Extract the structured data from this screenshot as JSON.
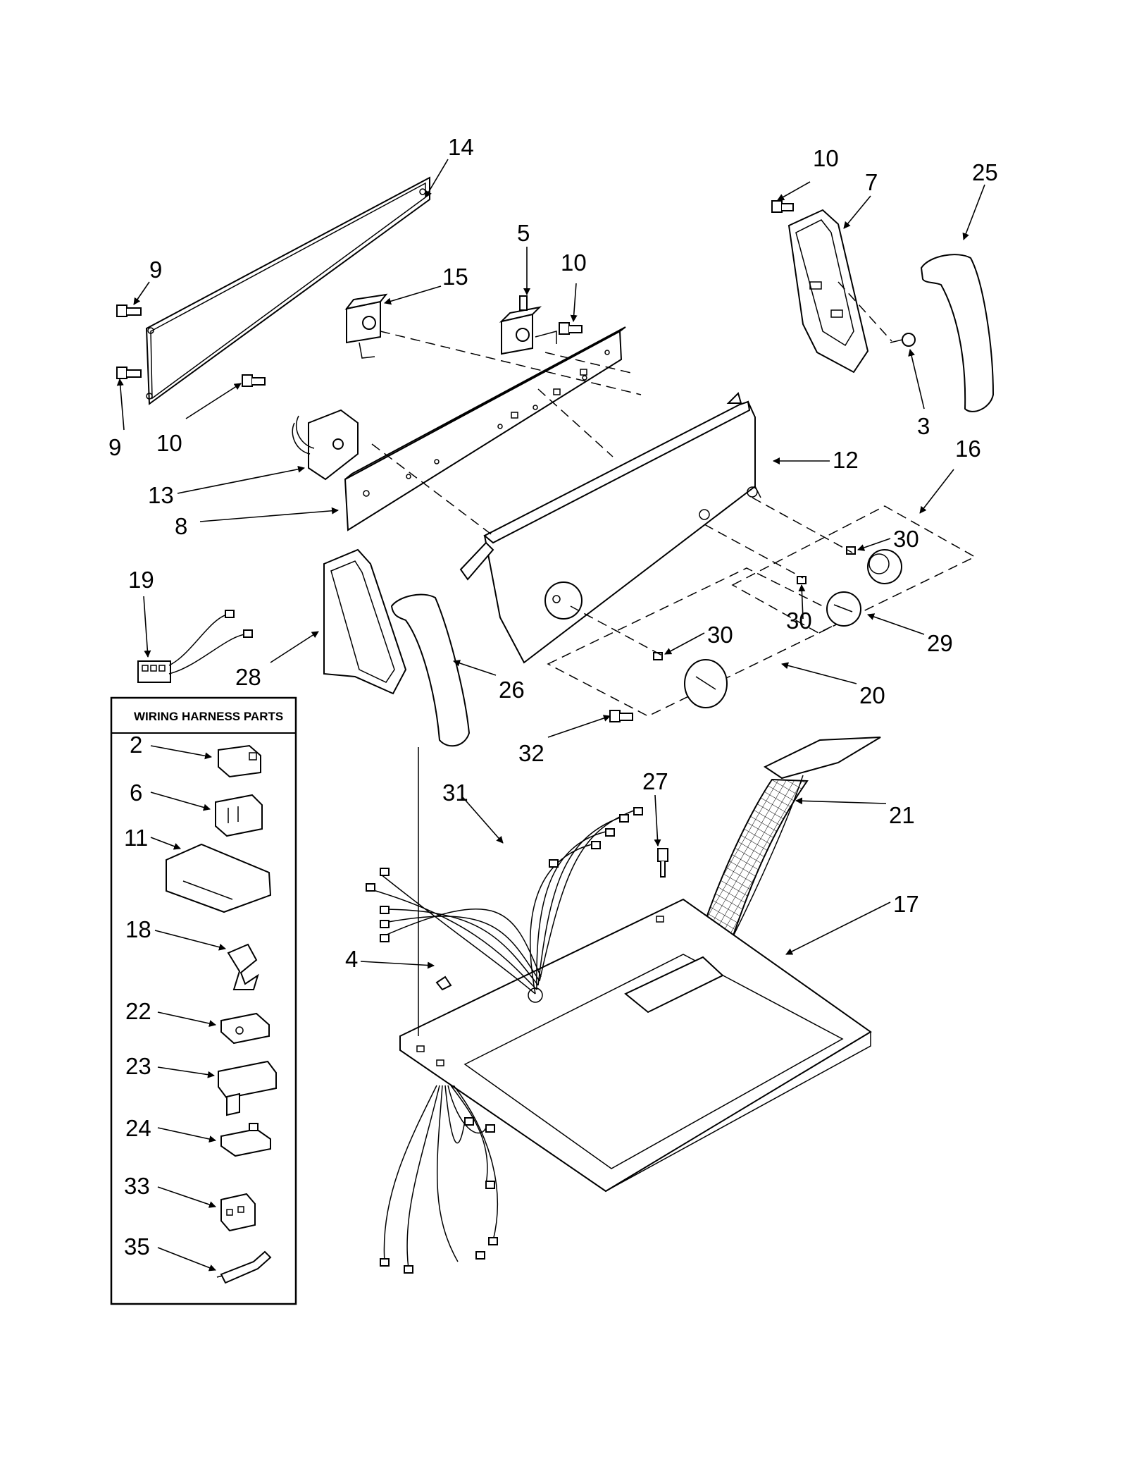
{
  "box": {
    "title": "WIRING HARNESS PARTS"
  },
  "callouts": {
    "c14": "14",
    "c9a": "9",
    "c9b": "9",
    "c15": "15",
    "c5": "5",
    "c10a": "10",
    "c10b": "10",
    "c10c": "10",
    "c7": "7",
    "c25": "25",
    "c3": "3",
    "c12": "12",
    "c13": "13",
    "c8": "8",
    "c16": "16",
    "c30a": "30",
    "c30b": "30",
    "c30c": "30",
    "c29": "29",
    "c19": "19",
    "c28": "28",
    "c26": "26",
    "c20": "20",
    "c32": "32",
    "c27": "27",
    "c21": "21",
    "c31": "31",
    "c17": "17",
    "c4": "4",
    "c2": "2",
    "c6": "6",
    "c11": "11",
    "c18": "18",
    "c22": "22",
    "c23": "23",
    "c24": "24",
    "c33": "33",
    "c35": "35"
  }
}
